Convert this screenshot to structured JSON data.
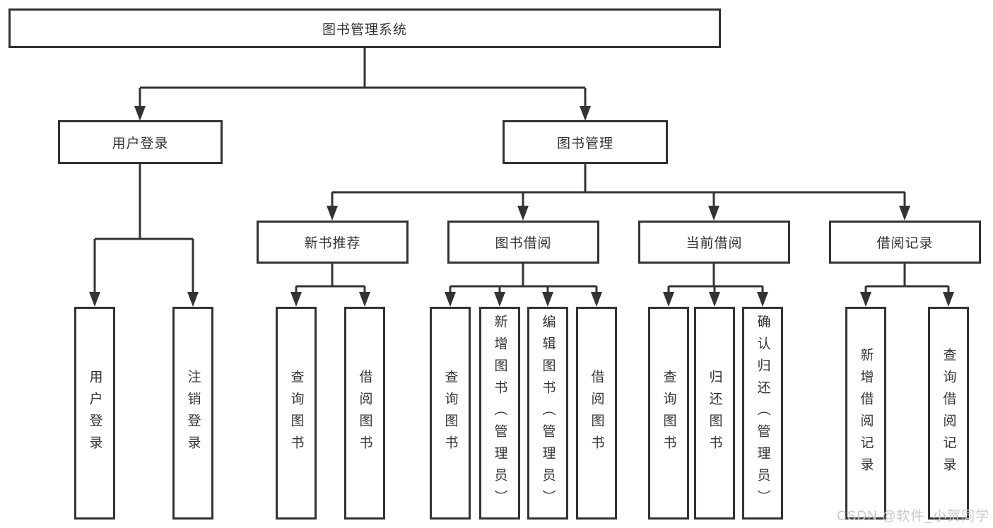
{
  "colors": {
    "line": "#333333",
    "text": "#333333",
    "box_background": "#ffffff",
    "watermark": "#c9c9c9"
  },
  "watermark": {
    "text": "CSDN @软件_小贺同学"
  },
  "tree": {
    "root": "图书管理系统",
    "user_login_branch": {
      "label": "用户登录",
      "children": [
        "用户登录",
        "注销登录"
      ]
    },
    "book_mgmt_branch": {
      "label": "图书管理",
      "children": [
        {
          "label": "新书推荐",
          "children": [
            "查询图书",
            "借阅图书"
          ]
        },
        {
          "label": "图书借阅",
          "children": [
            "查询图书",
            "新增图书（管理员）",
            "编辑图书（管理员）",
            "借阅图书"
          ]
        },
        {
          "label": "当前借阅",
          "children": [
            "查询图书",
            "归还图书",
            "确认归还（管理员）"
          ]
        },
        {
          "label": "借阅记录",
          "children": [
            "新增借阅记录",
            "查询借阅记录"
          ]
        }
      ]
    }
  }
}
